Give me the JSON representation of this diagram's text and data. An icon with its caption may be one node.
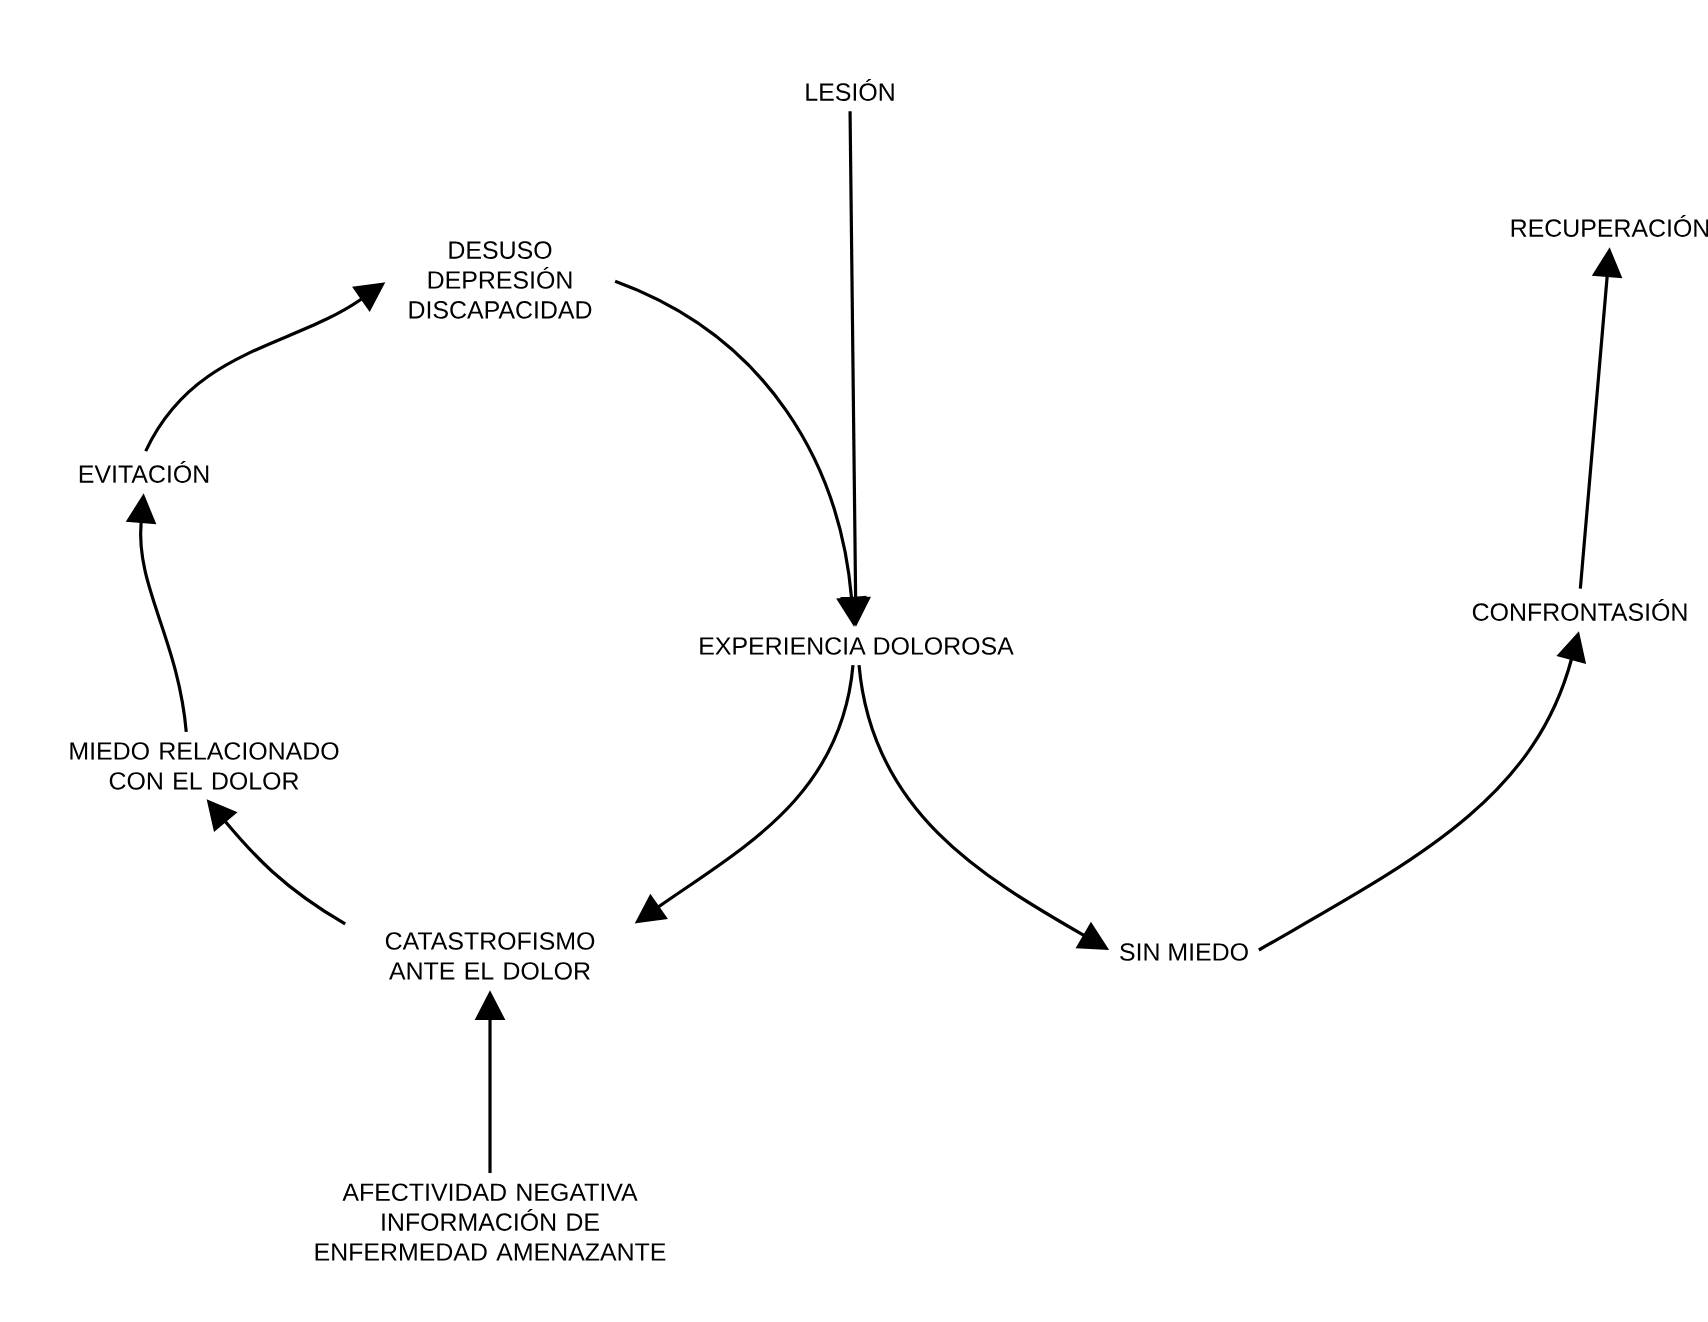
{
  "diagram": {
    "nodes": [
      {
        "text": [
          "LESIÓN"
        ]
      },
      {
        "text": [
          "DESUSO DEPRESIÓN DISCAPACIDAD"
        ]
      },
      {
        "text": [
          "RECUPERACIÓN"
        ]
      },
      {
        "text": [
          "EVITACIÓN"
        ]
      },
      {
        "text": [
          "EXPERIENCIA DOLOROSA"
        ]
      },
      {
        "text": [
          "CONFRONTASIÓN"
        ]
      },
      {
        "text": [
          "MIEDO RELACIONADO CON EL DOLOR"
        ]
      },
      {
        "text": [
          "CATASTROFISMO ANTE EL DOLOR"
        ]
      },
      {
        "text": [
          "SIN MIEDO"
        ]
      },
      {
        "text": [
          "AFECTIVIDAD NEGATIVA INFORMACIÓN DE ENFERMEDAD AMENAZANTE"
        ]
      }
    ],
    "edges": [
      {
        "from": 0,
        "to": 4,
        "arrow": "to"
      },
      {
        "from": 1,
        "to": 4,
        "arrow": "to"
      },
      {
        "from": 4,
        "to": 7,
        "arrow": "to"
      },
      {
        "from": 4,
        "to": 8,
        "arrow": "to"
      },
      {
        "from": 7,
        "to": 6,
        "arrow": "to"
      },
      {
        "from": 6,
        "to": 3,
        "arrow": "to"
      },
      {
        "from": 3,
        "to": 1,
        "arrow": "to"
      },
      {
        "from": 8,
        "to": 5,
        "arrow": "to"
      },
      {
        "from": 5,
        "to": 2,
        "arrow": "to"
      },
      {
        "from": 9,
        "to": 7,
        "arrow": "to"
      }
    ]
  }
}
